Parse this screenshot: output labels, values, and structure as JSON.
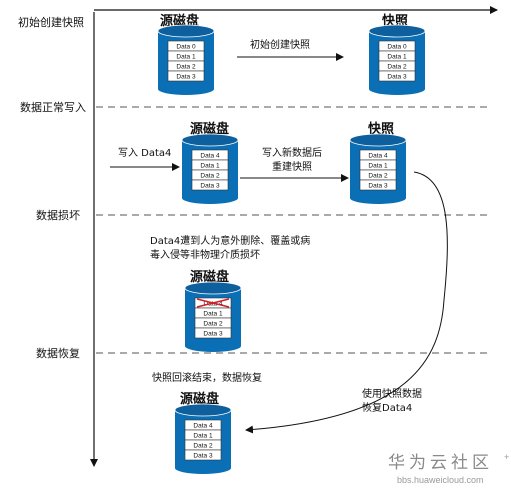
{
  "stages": [
    "初始创建快照",
    "数据正常写入",
    "数据损坏",
    "数据恢复"
  ],
  "disks": {
    "d1": {
      "title": "源磁盘",
      "rows": [
        "Data 0",
        "Data 1",
        "Data 2",
        "Data 3"
      ]
    },
    "s1": {
      "title": "快照",
      "rows": [
        "Data 0",
        "Data 1",
        "Data 2",
        "Data 3"
      ]
    },
    "d2": {
      "title": "源磁盘",
      "rows": [
        "Data 4",
        "Data 1",
        "Data 2",
        "Data 3"
      ]
    },
    "s2": {
      "title": "快照",
      "rows": [
        "Data 4",
        "Data 1",
        "Data 2",
        "Data 3"
      ]
    },
    "d3": {
      "title": "源磁盘",
      "rows": [
        "Data 4",
        "Data 1",
        "Data 2",
        "Data 3"
      ]
    },
    "d4": {
      "title": "源磁盘",
      "rows": [
        "Data 4",
        "Data 1",
        "Data 2",
        "Data 3"
      ]
    }
  },
  "labels": {
    "create_snapshot": "初始创建快照",
    "write_data4": "写入 Data4",
    "rebuild_line1": "写入新数据后",
    "rebuild_line2": "重建快照",
    "damage_line1": "Data4遭到人为意外删除、覆盖或病",
    "damage_line2": "毒入侵等非物理介质损坏",
    "rollback": "快照回滚结束，数据恢复",
    "restore_line1": "使用快照数据",
    "restore_line2": "恢复Data4"
  },
  "watermark": {
    "brand": "华为云社区",
    "url": "bbs.huaweicloud.com",
    "mark": "+"
  },
  "colors": {
    "disk_blue": "#0a6fb5",
    "disk_top": "#0e5f9e",
    "dash": "#555555",
    "cross": "#d0202a"
  }
}
